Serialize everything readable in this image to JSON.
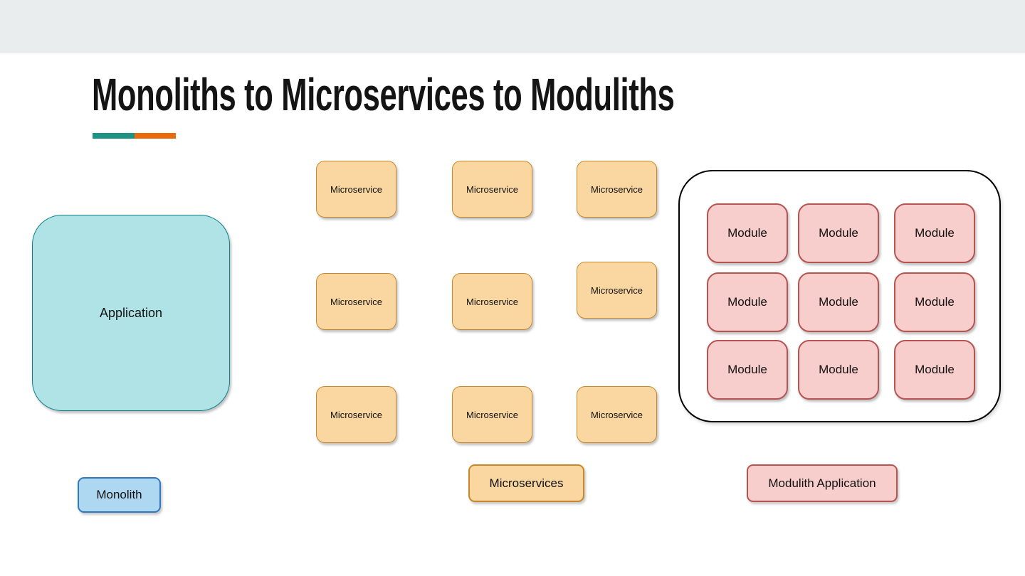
{
  "slide": {
    "title": "Monoliths to Microservices to Moduliths"
  },
  "colors": {
    "top_band": "#EAEDED",
    "accent_teal": "#1E9384",
    "accent_orange": "#EA6A0E",
    "application_fill": "#B0E3E6",
    "application_stroke": "#0E8088",
    "monolith_fill": "#AED7F2",
    "monolith_stroke": "#3079BE",
    "microservice_fill": "#FAD7A0",
    "microservice_stroke": "#C8882A",
    "module_fill": "#F8CECC",
    "module_stroke": "#B85450",
    "modulith_container_stroke": "#000000"
  },
  "monolith_group": {
    "application_label": "Application",
    "caption": "Monolith"
  },
  "microservices_group": {
    "items": [
      "Microservice",
      "Microservice",
      "Microservice",
      "Microservice",
      "Microservice",
      "Microservice",
      "Microservice",
      "Microservice",
      "Microservice"
    ],
    "caption": "Microservices"
  },
  "modulith_group": {
    "items": [
      "Module",
      "Module",
      "Module",
      "Module",
      "Module",
      "Module",
      "Module",
      "Module",
      "Module"
    ],
    "caption": "Modulith Application"
  }
}
